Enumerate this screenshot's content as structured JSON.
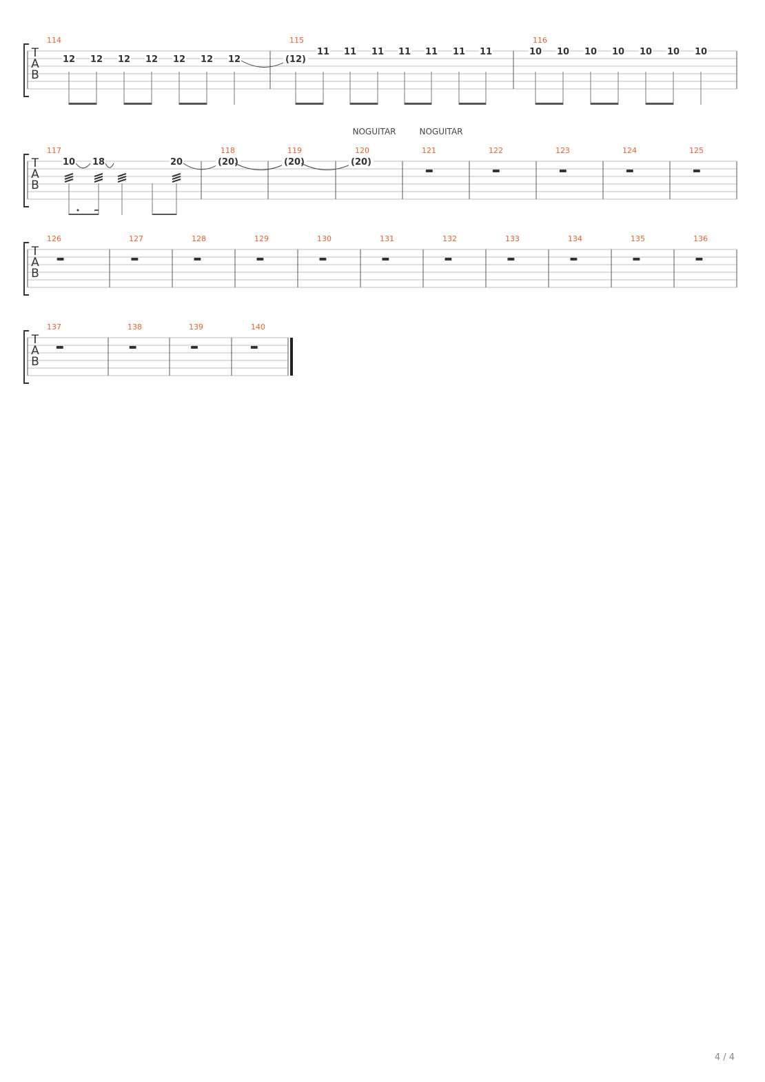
{
  "page": {
    "number": "4 / 4"
  },
  "tab_clef": {
    "t": "T",
    "a": "A",
    "b": "B"
  },
  "systems": [
    {
      "measures": [
        {
          "number": "114",
          "notes": [
            {
              "fret": "12",
              "string": 2
            },
            {
              "fret": "12",
              "string": 2
            },
            {
              "fret": "12",
              "string": 2
            },
            {
              "fret": "12",
              "string": 2
            },
            {
              "fret": "12",
              "string": 2
            },
            {
              "fret": "12",
              "string": 2
            },
            {
              "fret": "12",
              "string": 2,
              "tie_next": true
            }
          ]
        },
        {
          "number": "115",
          "notes": [
            {
              "fret": "(12)",
              "string": 2
            },
            {
              "fret": "11",
              "string": 1
            },
            {
              "fret": "11",
              "string": 1
            },
            {
              "fret": "11",
              "string": 1
            },
            {
              "fret": "11",
              "string": 1
            },
            {
              "fret": "11",
              "string": 1
            },
            {
              "fret": "11",
              "string": 1
            },
            {
              "fret": "11",
              "string": 1
            }
          ]
        },
        {
          "number": "116",
          "notes": [
            {
              "fret": "10",
              "string": 1
            },
            {
              "fret": "10",
              "string": 1
            },
            {
              "fret": "10",
              "string": 1
            },
            {
              "fret": "10",
              "string": 1
            },
            {
              "fret": "10",
              "string": 1
            },
            {
              "fret": "10",
              "string": 1
            },
            {
              "fret": "10",
              "string": 1
            }
          ]
        }
      ]
    },
    {
      "annotations": [
        "NOGUITAR",
        "NOGUITAR"
      ],
      "measures": [
        {
          "number": "117",
          "notes": [
            {
              "fret": "10",
              "string": 1,
              "tie_next": true
            },
            {
              "fret": "18",
              "string": 1,
              "tie_next": true
            },
            {
              "fret": "",
              "string": 1
            },
            {
              "fret": "20",
              "string": 1,
              "tie_next": true
            }
          ]
        },
        {
          "number": "118",
          "notes": [
            {
              "fret": "(20)",
              "string": 1,
              "tie_next": true
            }
          ]
        },
        {
          "number": "119",
          "notes": [
            {
              "fret": "(20)",
              "string": 1,
              "tie_next": true
            }
          ]
        },
        {
          "number": "120",
          "notes": [
            {
              "fret": "(20)",
              "string": 1
            }
          ]
        },
        {
          "number": "121",
          "rest": true
        },
        {
          "number": "122",
          "rest": true
        },
        {
          "number": "123",
          "rest": true
        },
        {
          "number": "124",
          "rest": true
        },
        {
          "number": "125",
          "rest": true
        }
      ]
    },
    {
      "measures": [
        {
          "number": "126",
          "rest": true
        },
        {
          "number": "127",
          "rest": true
        },
        {
          "number": "128",
          "rest": true
        },
        {
          "number": "129",
          "rest": true
        },
        {
          "number": "130",
          "rest": true
        },
        {
          "number": "131",
          "rest": true
        },
        {
          "number": "132",
          "rest": true
        },
        {
          "number": "133",
          "rest": true
        },
        {
          "number": "134",
          "rest": true
        },
        {
          "number": "135",
          "rest": true
        },
        {
          "number": "136",
          "rest": true
        }
      ]
    },
    {
      "final_barline": true,
      "measures": [
        {
          "number": "137",
          "rest": true
        },
        {
          "number": "138",
          "rest": true
        },
        {
          "number": "139",
          "rest": true
        },
        {
          "number": "140",
          "rest": true
        }
      ]
    }
  ]
}
